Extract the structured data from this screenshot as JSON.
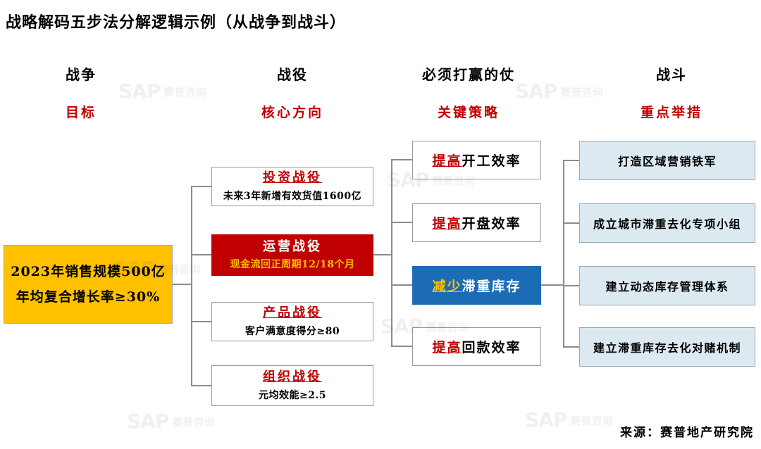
{
  "title": "战略解码五步法分解逻辑示例（从战争到战斗）",
  "columns": [
    {
      "stage": "战争",
      "label": "目标"
    },
    {
      "stage": "战役",
      "label": "核心方向"
    },
    {
      "stage": "必须打赢的仗",
      "label": "关键策略"
    },
    {
      "stage": "战斗",
      "label": "重点举措"
    }
  ],
  "goal": {
    "line1": "2023年销售规模500亿",
    "line2": "年均复合增长率≥30%"
  },
  "campaigns": [
    {
      "title": "投资战役",
      "metric": "未来3年新增有效货值1600亿"
    },
    {
      "title": "运营战役",
      "metric": "现金流回正周期12/18个月"
    },
    {
      "title": "产品战役",
      "metric": "客户满意度得分≥80"
    },
    {
      "title": "组织战役",
      "metric": "元均效能≥2.5"
    }
  ],
  "battles": [
    {
      "verb": "提高",
      "object": "开工效率"
    },
    {
      "verb": "提高",
      "object": "开盘效率"
    },
    {
      "verb": "减少",
      "object": "滞重库存"
    },
    {
      "verb": "提高",
      "object": "回款效率"
    }
  ],
  "measures": [
    {
      "label": "打造区域营销铁军"
    },
    {
      "label": "成立城市滞重去化专项小组"
    },
    {
      "label": "建立动态库存管理体系"
    },
    {
      "label": "建立滞重库存去化对赌机制"
    }
  ],
  "watermark": {
    "logo": "SAP",
    "name": "赛普咨询"
  },
  "source": "来源：赛普地产研究院",
  "colors": {
    "accent_red": "#C00000",
    "goal_yellow": "#FFC000",
    "campaign_red_bg": "#C00000",
    "battle_blue_bg": "#1B6CB5",
    "measure_light_blue_bg": "#DCE9F1",
    "highlight_yellow_text": "#FFC000",
    "connector_gray": "#8C8C8C"
  }
}
